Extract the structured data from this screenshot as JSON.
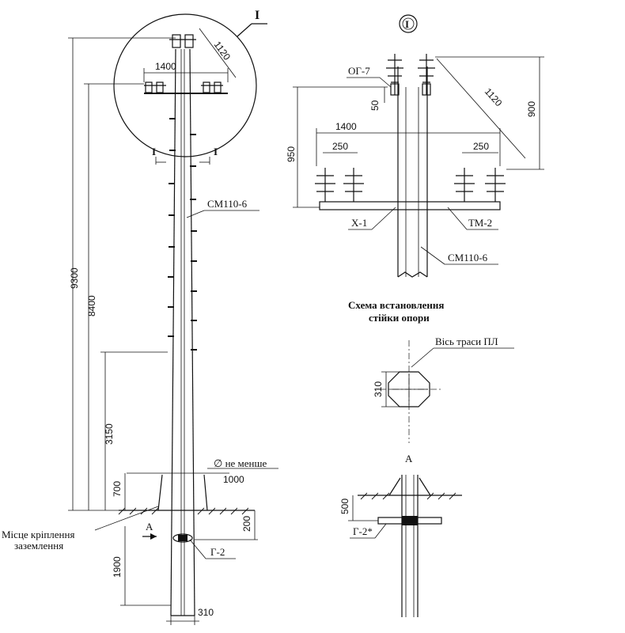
{
  "callout_main": "I",
  "callout_detail": "I",
  "section_marks": {
    "left": "I",
    "right": "I",
    "view_a": "А",
    "view_a_title": "А"
  },
  "labels": {
    "pole_left": "СМ110-6",
    "pole_right": "СМ110-6",
    "og7": "ОГ-7",
    "x1": "Х-1",
    "tm2": "ТМ-2",
    "g2": "Г-2",
    "g2_star": "Г-2*",
    "axis_line": "Вісь траси ПЛ",
    "ground_place_line1": "Місце кріплення",
    "ground_place_line2": "заземлення",
    "scheme_line1": "Схема встановлення",
    "scheme_line2": "стійки опори",
    "not_less_prefix": "∅ не менше",
    "not_less_value": "1000"
  },
  "dimensions": {
    "d9300": "9300",
    "d8400": "8400",
    "d3150": "3150",
    "d700": "700",
    "d200": "200",
    "d1900": "1900",
    "d310_bottom": "310",
    "d1400_left": "1400",
    "d1120_left": "1120",
    "d1400_right": "1400",
    "d250_a": "250",
    "d250_b": "250",
    "d950": "950",
    "d50": "50",
    "d900": "900",
    "d1120_right": "1120",
    "d310_plan": "310",
    "d500": "500"
  }
}
